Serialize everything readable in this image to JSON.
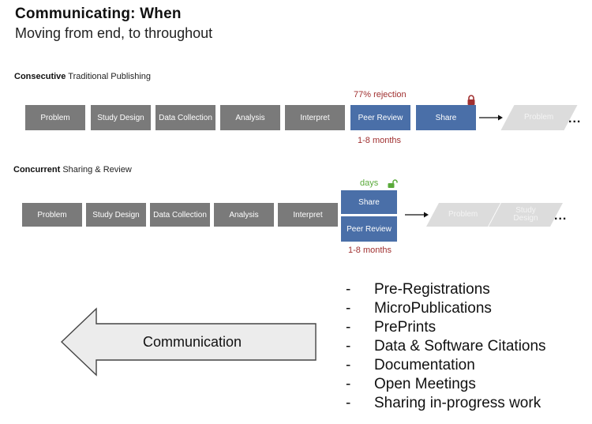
{
  "header": {
    "title": "Communicating: When",
    "subtitle": "Moving from end, to throughout"
  },
  "consecutive": {
    "label_bold": "Consecutive",
    "label_rest": " Traditional Publishing",
    "steps": [
      "Problem",
      "Study Design",
      "Data Collection",
      "Analysis",
      "Interpret",
      "Peer Review",
      "Share"
    ],
    "next_step": "Problem",
    "rejection_note": "77% rejection",
    "duration_note": "1-8 months",
    "ellipsis": "...",
    "lock_icon": "locked-padlock-icon"
  },
  "concurrent": {
    "label_bold": "Concurrent",
    "label_rest": " Sharing & Review",
    "steps": [
      "Problem",
      "Study Design",
      "Data Collection",
      "Analysis",
      "Interpret"
    ],
    "stack": [
      "Share",
      "Peer Review"
    ],
    "next_steps": [
      "Problem",
      "Study Design"
    ],
    "days_note": "days",
    "duration_note": "1-8 months",
    "ellipsis": "...",
    "lock_icon": "unlocked-padlock-icon"
  },
  "communication_arrow": {
    "label": "Communication"
  },
  "outputs": [
    "Pre-Registrations",
    "MicroPublications",
    "PrePrints",
    "Data & Software Citations",
    "Documentation",
    "Open Meetings",
    "Sharing in-progress work"
  ],
  "bullet_marker": "-",
  "colors": {
    "gray": "#7a7a7a",
    "blue": "#4a6fa8",
    "ghost": "#dcdcdc",
    "red": "#a03030",
    "green": "#5aaa3a"
  }
}
